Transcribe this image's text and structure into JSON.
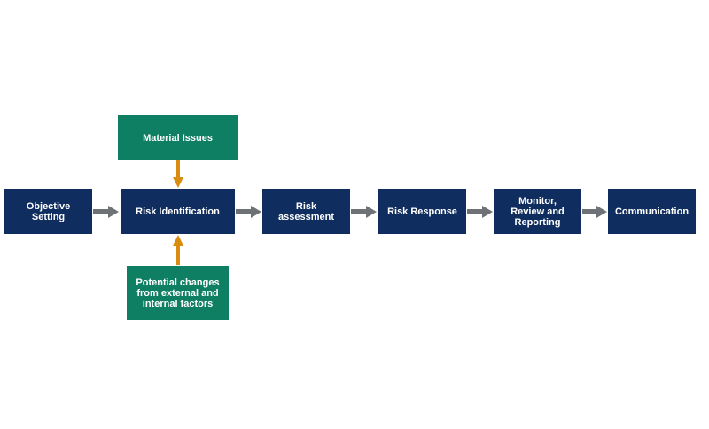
{
  "colors": {
    "process_box": "#0f2d5e",
    "input_box": "#0f7f63",
    "flow_arrow": "#6e7276",
    "input_arrow": "#d98c10",
    "text": "#ffffff"
  },
  "process_steps": [
    {
      "label": "Objective Setting"
    },
    {
      "label": "Risk Identification"
    },
    {
      "label": "Risk assessment"
    },
    {
      "label": "Risk Response"
    },
    {
      "label": "Monitor, Review and Reporting"
    },
    {
      "label": "Communication"
    }
  ],
  "inputs": {
    "top": {
      "label": "Material Issues"
    },
    "bottom": {
      "label": "Potential changes from external and internal factors"
    }
  }
}
